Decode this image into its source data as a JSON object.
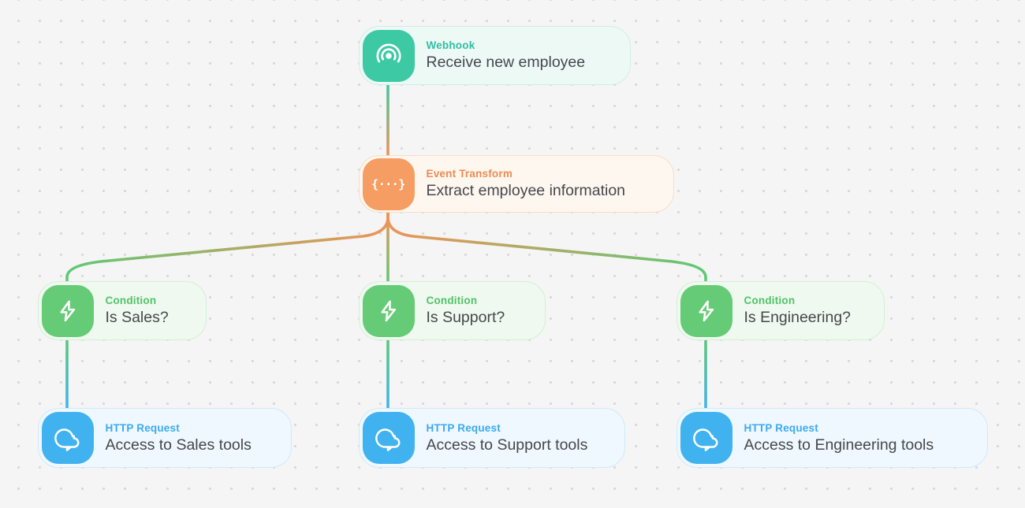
{
  "canvas": {
    "background_color": "#f5f5f6",
    "dot_color": "#d8d8dc",
    "title_text_color": "#47474c"
  },
  "palette": {
    "teal": "#3dc9a4",
    "orange": "#ef9357",
    "green": "#5ec973",
    "blue": "#41b2f0"
  },
  "nodes": [
    {
      "id": "webhook",
      "type_label": "Webhook",
      "title": "Receive new employee",
      "icon": "webhook-icon",
      "colors": {
        "accent": "#3dc9a4",
        "label": "#2fc0a1",
        "bg": "#edf9f5",
        "border": "#cfeee3"
      }
    },
    {
      "id": "event-transform",
      "type_label": "Event Transform",
      "title": "Extract employee information",
      "icon": "braces-icon",
      "icon_glyph": "{···}",
      "colors": {
        "accent": "#f59d63",
        "label": "#f08a50",
        "bg": "#fdf7f0",
        "border": "#f9ddc2"
      }
    },
    {
      "id": "condition-sales",
      "type_label": "Condition",
      "title": "Is Sales?",
      "icon": "lightning-icon",
      "colors": {
        "accent": "#66cb77",
        "label": "#52c36a",
        "bg": "#eff9ef",
        "border": "#d4efd6"
      }
    },
    {
      "id": "condition-support",
      "type_label": "Condition",
      "title": "Is Support?",
      "icon": "lightning-icon",
      "colors": {
        "accent": "#66cb77",
        "label": "#52c36a",
        "bg": "#eff9ef",
        "border": "#d4efd6"
      }
    },
    {
      "id": "condition-engineering",
      "type_label": "Condition",
      "title": "Is Engineering?",
      "icon": "lightning-icon",
      "colors": {
        "accent": "#66cb77",
        "label": "#52c36a",
        "bg": "#eff9ef",
        "border": "#d4efd6"
      }
    },
    {
      "id": "http-sales",
      "type_label": "HTTP Request",
      "title": "Access to Sales tools",
      "icon": "cloud-icon",
      "colors": {
        "accent": "#41b2f0",
        "label": "#3caaf0",
        "bg": "#eef8fe",
        "border": "#d0e9fb"
      }
    },
    {
      "id": "http-support",
      "type_label": "HTTP Request",
      "title": "Access to Support tools",
      "icon": "cloud-icon",
      "colors": {
        "accent": "#41b2f0",
        "label": "#3caaf0",
        "bg": "#eef8fe",
        "border": "#d0e9fb"
      }
    },
    {
      "id": "http-engineering",
      "type_label": "HTTP Request",
      "title": "Access to Engineering tools",
      "icon": "cloud-icon",
      "colors": {
        "accent": "#41b2f0",
        "label": "#3caaf0",
        "bg": "#eef8fe",
        "border": "#d0e9fb"
      }
    }
  ],
  "edges": [
    {
      "from": "webhook",
      "to": "event-transform",
      "gradient": [
        "#3dc9a4",
        "#ef9357"
      ]
    },
    {
      "from": "event-transform",
      "to": "condition-sales",
      "gradient": [
        "#ef9357",
        "#5ec973"
      ]
    },
    {
      "from": "event-transform",
      "to": "condition-support",
      "gradient": [
        "#ef9357",
        "#5ec973"
      ]
    },
    {
      "from": "event-transform",
      "to": "condition-engineering",
      "gradient": [
        "#ef9357",
        "#5ec973"
      ]
    },
    {
      "from": "condition-sales",
      "to": "http-sales",
      "gradient": [
        "#5ec973",
        "#41b2f0"
      ]
    },
    {
      "from": "condition-support",
      "to": "http-support",
      "gradient": [
        "#5ec973",
        "#41b2f0"
      ]
    },
    {
      "from": "condition-engineering",
      "to": "http-engineering",
      "gradient": [
        "#5ec973",
        "#41b2f0"
      ]
    }
  ]
}
